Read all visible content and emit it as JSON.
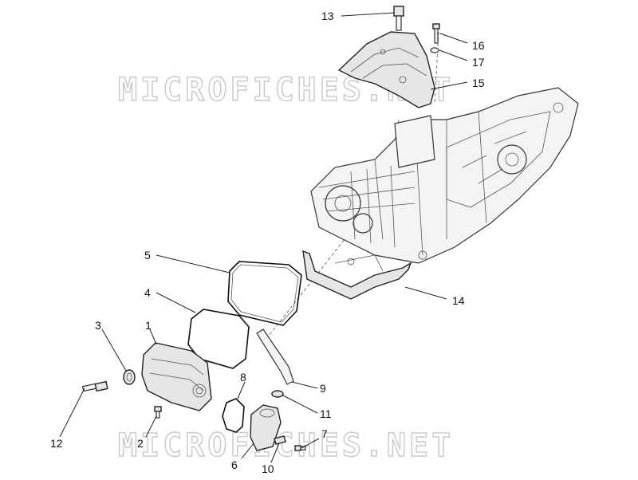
{
  "watermark": "MICROFICHES.NET",
  "callouts": [
    {
      "id": "1",
      "label": "1"
    },
    {
      "id": "2",
      "label": "2"
    },
    {
      "id": "3",
      "label": "3"
    },
    {
      "id": "4",
      "label": "4"
    },
    {
      "id": "5",
      "label": "5"
    },
    {
      "id": "6",
      "label": "6"
    },
    {
      "id": "7",
      "label": "7"
    },
    {
      "id": "8",
      "label": "8"
    },
    {
      "id": "9",
      "label": "9"
    },
    {
      "id": "10",
      "label": "10"
    },
    {
      "id": "11",
      "label": "11"
    },
    {
      "id": "12",
      "label": "12"
    },
    {
      "id": "13",
      "label": "13"
    },
    {
      "id": "14",
      "label": "14"
    },
    {
      "id": "15",
      "label": "15"
    },
    {
      "id": "16",
      "label": "16"
    },
    {
      "id": "17",
      "label": "17"
    }
  ]
}
